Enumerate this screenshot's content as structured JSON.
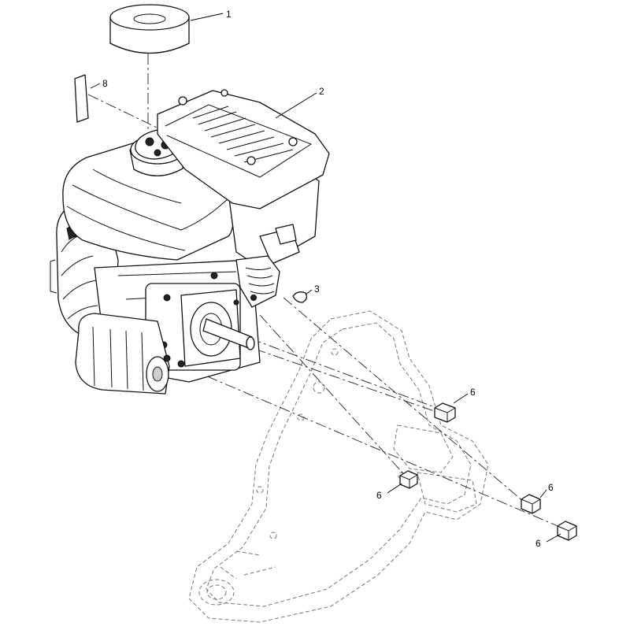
{
  "callouts": [
    {
      "id": "c1",
      "label": "1"
    },
    {
      "id": "c2",
      "label": "2"
    },
    {
      "id": "c3",
      "label": "3"
    },
    {
      "id": "c6a",
      "label": "6"
    },
    {
      "id": "c6b",
      "label": "6"
    },
    {
      "id": "c6c",
      "label": "6"
    },
    {
      "id": "c6d",
      "label": "6"
    },
    {
      "id": "c8",
      "label": "8"
    }
  ],
  "parts": {
    "p1": "gasket-ring",
    "p2": "muffler-shield",
    "p3": "woodruff-key",
    "p6": "hex-bolt",
    "p8": "label-decal",
    "engine": "engine-assembly",
    "frame": "mounting-frame"
  },
  "colors": {
    "line": "#111111",
    "background": "#ffffff",
    "ghost": "#777777"
  }
}
